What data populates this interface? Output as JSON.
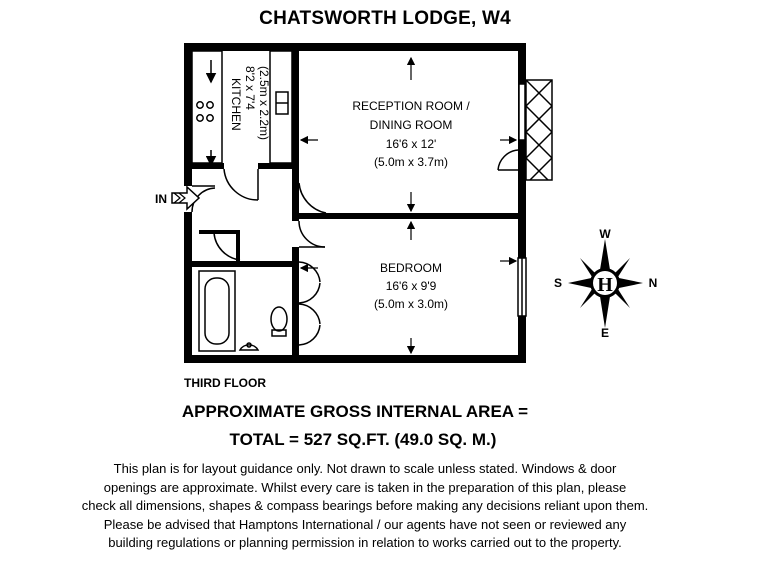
{
  "title": "CHATSWORTH LODGE, W4",
  "rooms": {
    "reception": {
      "name_line1": "RECEPTION ROOM /",
      "name_line2": "DINING ROOM",
      "imperial": "16'6 x 12'",
      "metric": "(5.0m x 3.7m)"
    },
    "bedroom": {
      "name": "BEDROOM",
      "imperial": "16'6 x 9'9",
      "metric": "(5.0m x 3.0m)"
    },
    "kitchen": {
      "name": "KITCHEN",
      "imperial": "8'2 x 7'4",
      "metric": "(2.5m x 2.2m)"
    }
  },
  "entrance_label": "IN",
  "compass": {
    "center": "H",
    "north": "N",
    "south": "S",
    "west": "W",
    "east": "E"
  },
  "floor_label": "THIRD FLOOR",
  "area": {
    "line1": "APPROXIMATE GROSS INTERNAL AREA =",
    "line2": "TOTAL = 527 SQ.FT. (49.0 SQ. M.)"
  },
  "disclaimer": [
    "This plan is for layout guidance only. Not drawn to scale unless stated. Windows & door",
    "openings are approximate. Whilst every care is taken in the preparation of this plan, please",
    "check all dimensions, shapes & compass bearings before making any decisions reliant upon them.",
    "Please be advised that Hamptons International / our agents have not seen or reviewed any",
    "building regulations or planning permission in relation to works carried out to the property."
  ],
  "colors": {
    "wall": "#000000",
    "background": "#ffffff"
  }
}
